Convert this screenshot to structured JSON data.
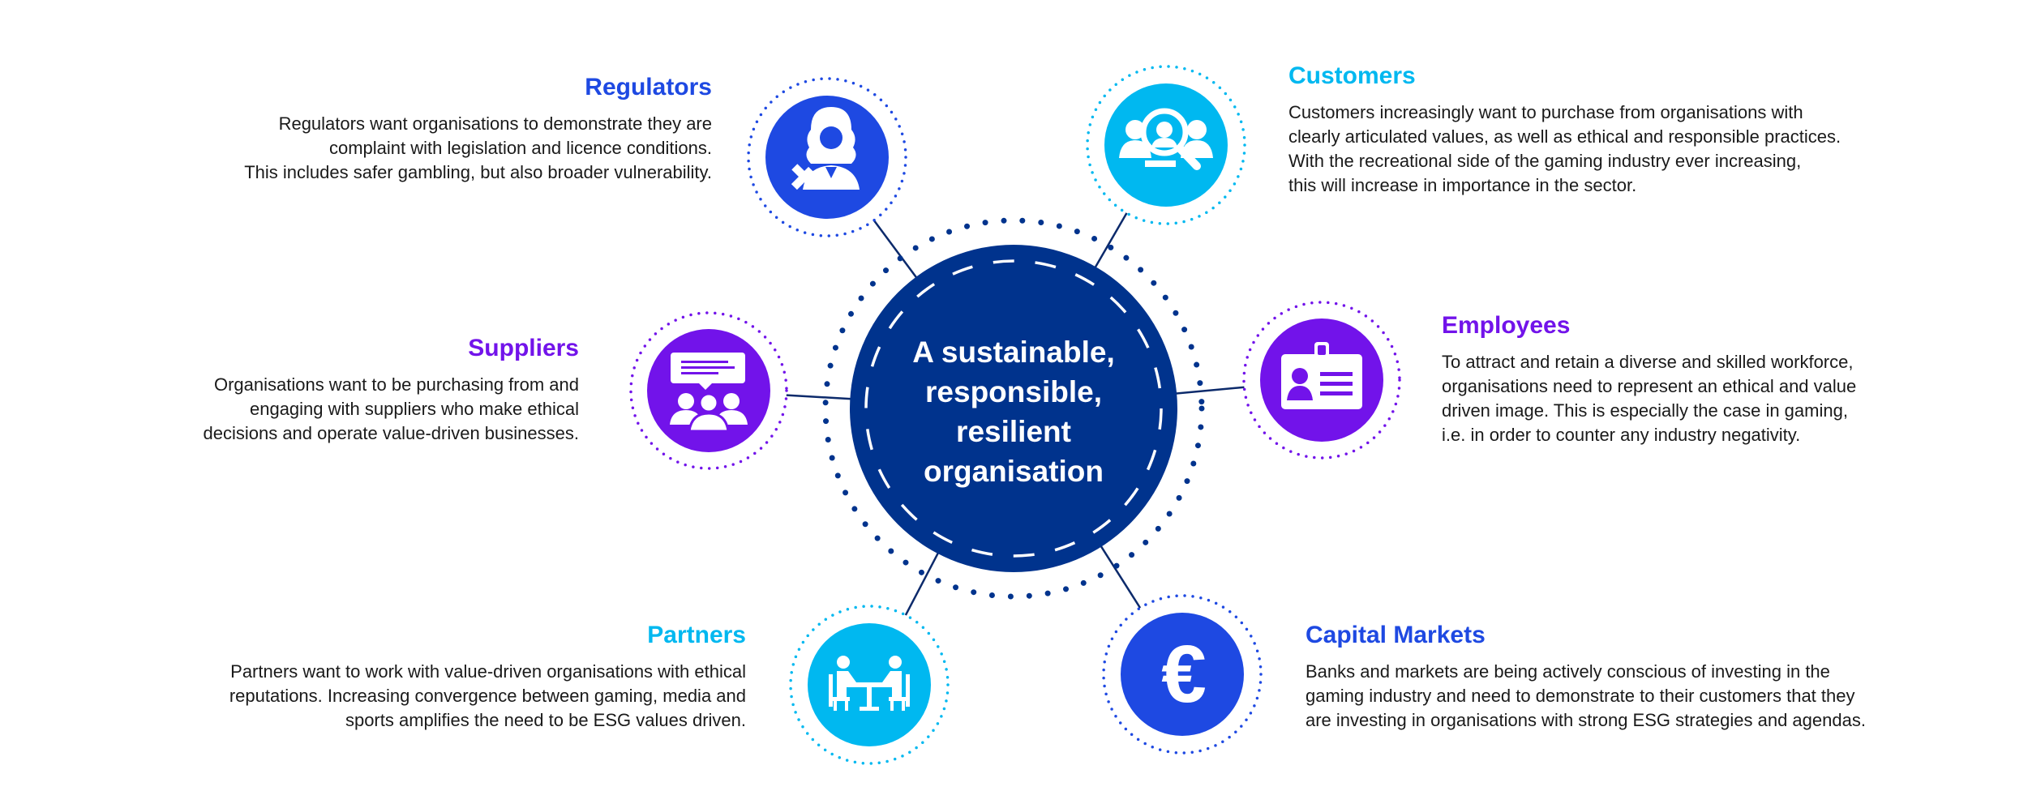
{
  "colors": {
    "navy": "#00338d",
    "blue": "#1e49e2",
    "cyan": "#00b8f0",
    "purple": "#7213ea",
    "line": "#0c2a6b"
  },
  "center": {
    "lines": [
      "A sustainable,",
      "responsible,",
      "resilient",
      "organisation"
    ]
  },
  "stakeholders": [
    {
      "key": "regulators",
      "title": "Regulators",
      "icon": "judge-gavel-icon",
      "lines": [
        "Regulators want organisations to demonstrate they are",
        "complaint with legislation and licence conditions.",
        "This includes safer gambling, but also broader vulnerability."
      ]
    },
    {
      "key": "customers",
      "title": "Customers",
      "icon": "people-search-icon",
      "lines": [
        "Customers increasingly want to purchase from organisations with",
        "clearly articulated values, as well as ethical and responsible practices.",
        "With the recreational side of the gaming industry ever increasing,",
        "this will increase in importance in the sector."
      ]
    },
    {
      "key": "suppliers",
      "title": "Suppliers",
      "icon": "group-chat-icon",
      "lines": [
        "Organisations want to be purchasing from and",
        "engaging with suppliers who make ethical",
        "decisions and operate value-driven businesses."
      ]
    },
    {
      "key": "employees",
      "title": "Employees",
      "icon": "id-badge-icon",
      "lines": [
        "To attract and retain a diverse and skilled workforce,",
        "organisations need to represent an ethical and value",
        "driven image. This is especially the case in gaming,",
        "i.e. in order to counter any industry negativity."
      ]
    },
    {
      "key": "partners",
      "title": "Partners",
      "icon": "meeting-table-icon",
      "lines": [
        "Partners want to work with value-driven organisations with ethical",
        "reputations. Increasing convergence between gaming, media and",
        "sports amplifies the need to be ESG values driven."
      ]
    },
    {
      "key": "capital",
      "title": "Capital Markets",
      "icon": "euro-icon",
      "lines": [
        "Banks and markets are being actively conscious of investing in the",
        "gaming industry and need to demonstrate to their customers that they",
        "are investing in organisations with strong ESG strategies and agendas."
      ]
    }
  ]
}
